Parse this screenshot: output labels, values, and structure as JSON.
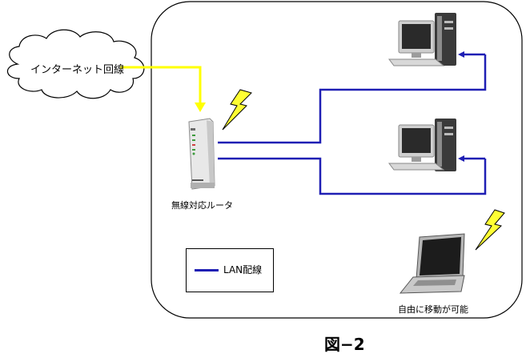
{
  "cloud": {
    "label": "インターネット回線"
  },
  "router": {
    "label": "無線対応ルータ"
  },
  "laptop": {
    "label": "自由に移動が可能"
  },
  "legend": {
    "label": "LAN配線",
    "line_color": "#1f1fb4"
  },
  "caption": "図−2",
  "colors": {
    "internet_line": "#ffff00",
    "lan_line": "#1f1fb4",
    "wireless_bolt": "#ffff33"
  }
}
